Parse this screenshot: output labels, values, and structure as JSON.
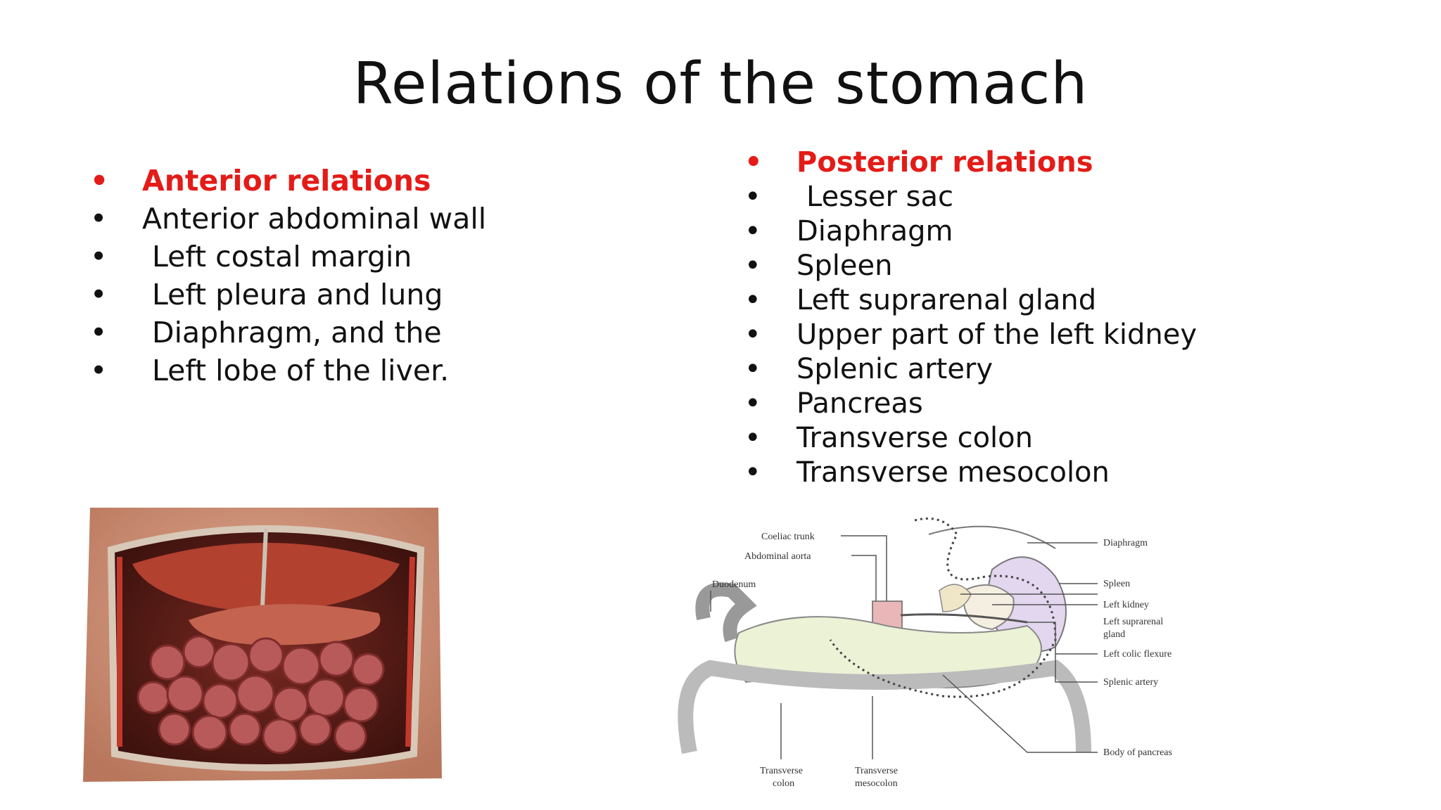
{
  "slide": {
    "title": "Relations of the stomach",
    "bullet_glyph": "•",
    "accent_color": "#e41b17",
    "anterior": {
      "heading": "Anterior relations",
      "items": [
        "Anterior abdominal wall",
        "Left costal margin",
        "Left pleura and lung",
        "Diaphragm, and the",
        "Left lobe of the liver."
      ]
    },
    "posterior": {
      "heading": "Posterior relations",
      "items": [
        "Lesser sac",
        "Diaphragm",
        "Spleen",
        "Left suprarenal gland",
        "Upper part of the left kidney",
        "Splenic artery",
        "Pancreas",
        "Transverse colon",
        "Transverse mesocolon"
      ]
    }
  },
  "diagram": {
    "labels": {
      "coeliac_trunk": "Coeliac trunk",
      "abdominal_aorta": "Abdominal aorta",
      "duodenum": "Duodenum",
      "diaphragm": "Diaphragm",
      "spleen": "Spleen",
      "left_kidney": "Left kidney",
      "left_suprarenal_1": "Left suprarenal",
      "left_suprarenal_2": "gland",
      "left_colic_flexure": "Left colic flexure",
      "splenic_artery": "Splenic artery",
      "body_of_pancreas": "Body of pancreas",
      "transverse_colon_1": "Transverse",
      "transverse_colon_2": "colon",
      "transverse_mesocolon_1": "Transverse",
      "transverse_mesocolon_2": "mesocolon"
    }
  }
}
